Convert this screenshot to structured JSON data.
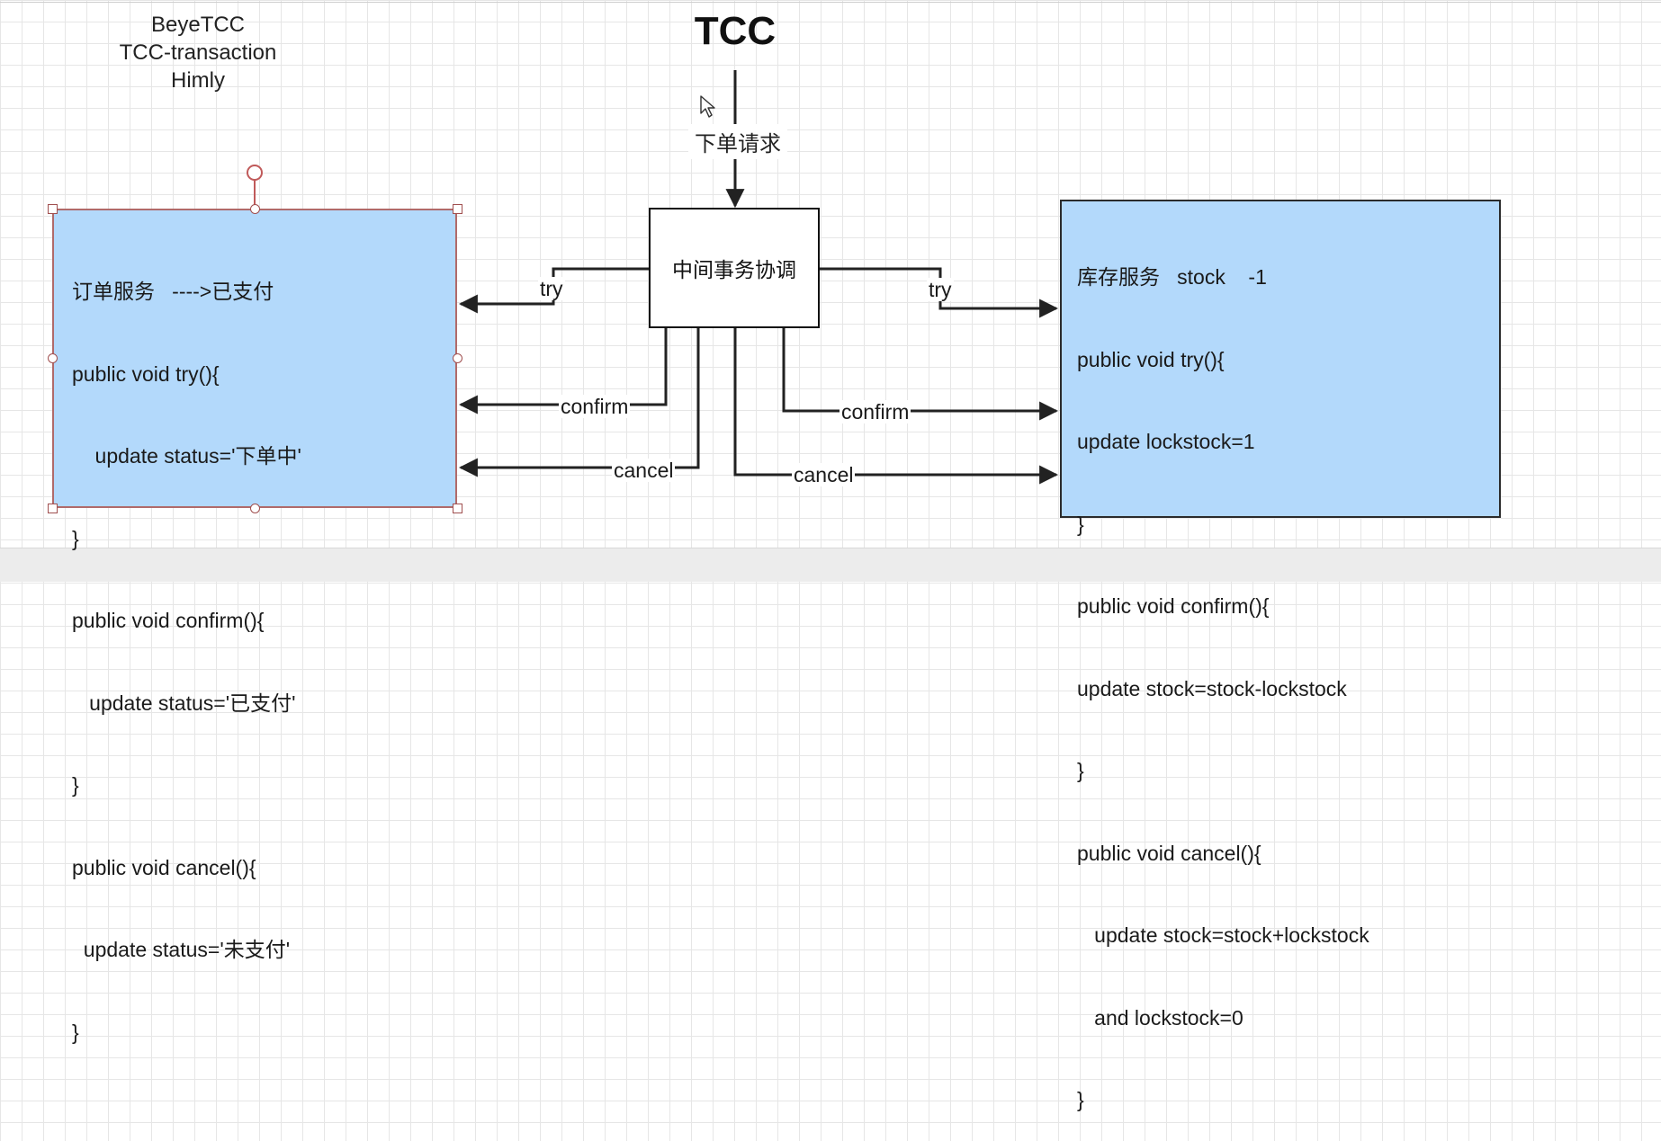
{
  "frameworks": [
    "BeyeTCC",
    "TCC-transaction",
    "Himly"
  ],
  "title": "TCC",
  "request_label": "下单请求",
  "coordinator": {
    "label": "中间事务协调"
  },
  "order_service": {
    "lines": [
      "订单服务   ---->已支付",
      "public void try(){",
      "    update status='下单中'",
      "}",
      "public void confirm(){",
      "   update status='已支付'",
      "}",
      "public void cancel(){",
      "  update status='未支付'",
      "}"
    ]
  },
  "stock_service": {
    "lines": [
      "库存服务   stock    -1",
      "public void try(){",
      "update lockstock=1",
      "}",
      "public void confirm(){",
      "update stock=stock-lockstock",
      "}",
      "public void cancel(){",
      "   update stock=stock+lockstock",
      "   and lockstock=0",
      "}"
    ]
  },
  "edges": {
    "order_try": "try",
    "order_confirm": "confirm",
    "order_cancel": "cancel",
    "stock_try": "try",
    "stock_confirm": "confirm",
    "stock_cancel": "cancel"
  },
  "colors": {
    "service_fill": "#b3d9fb",
    "line": "#222222",
    "selection": "#b06a6a"
  }
}
